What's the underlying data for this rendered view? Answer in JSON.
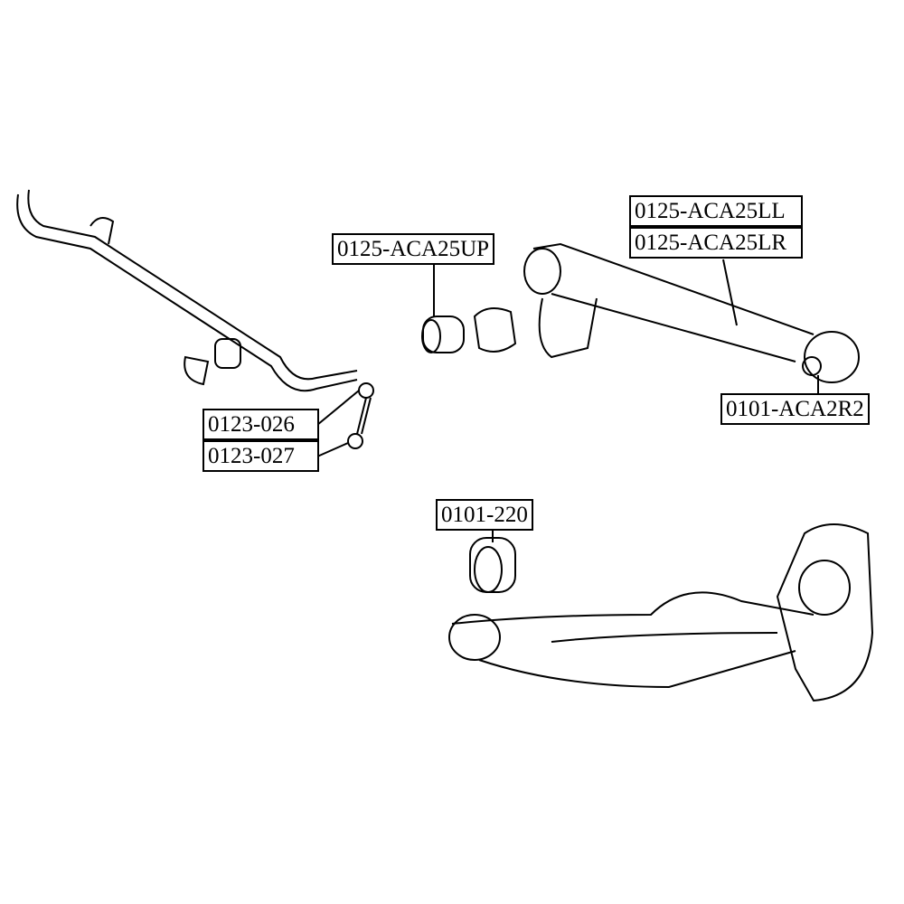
{
  "labels": {
    "upper_bushing": "0125-ACA25UP",
    "arm_ll": "0125-ACA25LL",
    "arm_lr": "0125-ACA25LR",
    "arm_bushing": "0101-ACA2R2",
    "link_026": "0123-026",
    "link_027": "0123-027",
    "lower_bushing": "0101-220"
  }
}
